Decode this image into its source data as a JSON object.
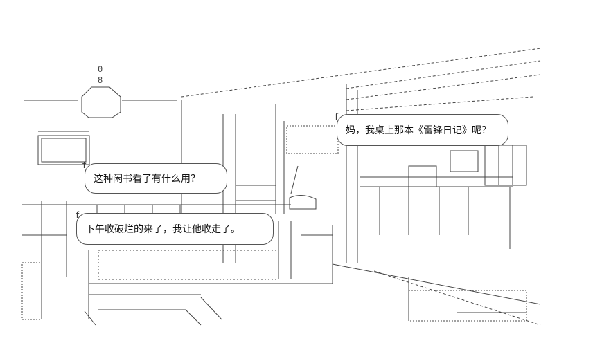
{
  "dialogue": {
    "line1": "这种闲书看了有什么用？",
    "line2": "下午收破烂的来了，我让他收走了。",
    "line3": "妈，我桌上那本《雷锋日记》呢？"
  },
  "colors": {
    "ink": "#444444",
    "background": "#ffffff"
  }
}
